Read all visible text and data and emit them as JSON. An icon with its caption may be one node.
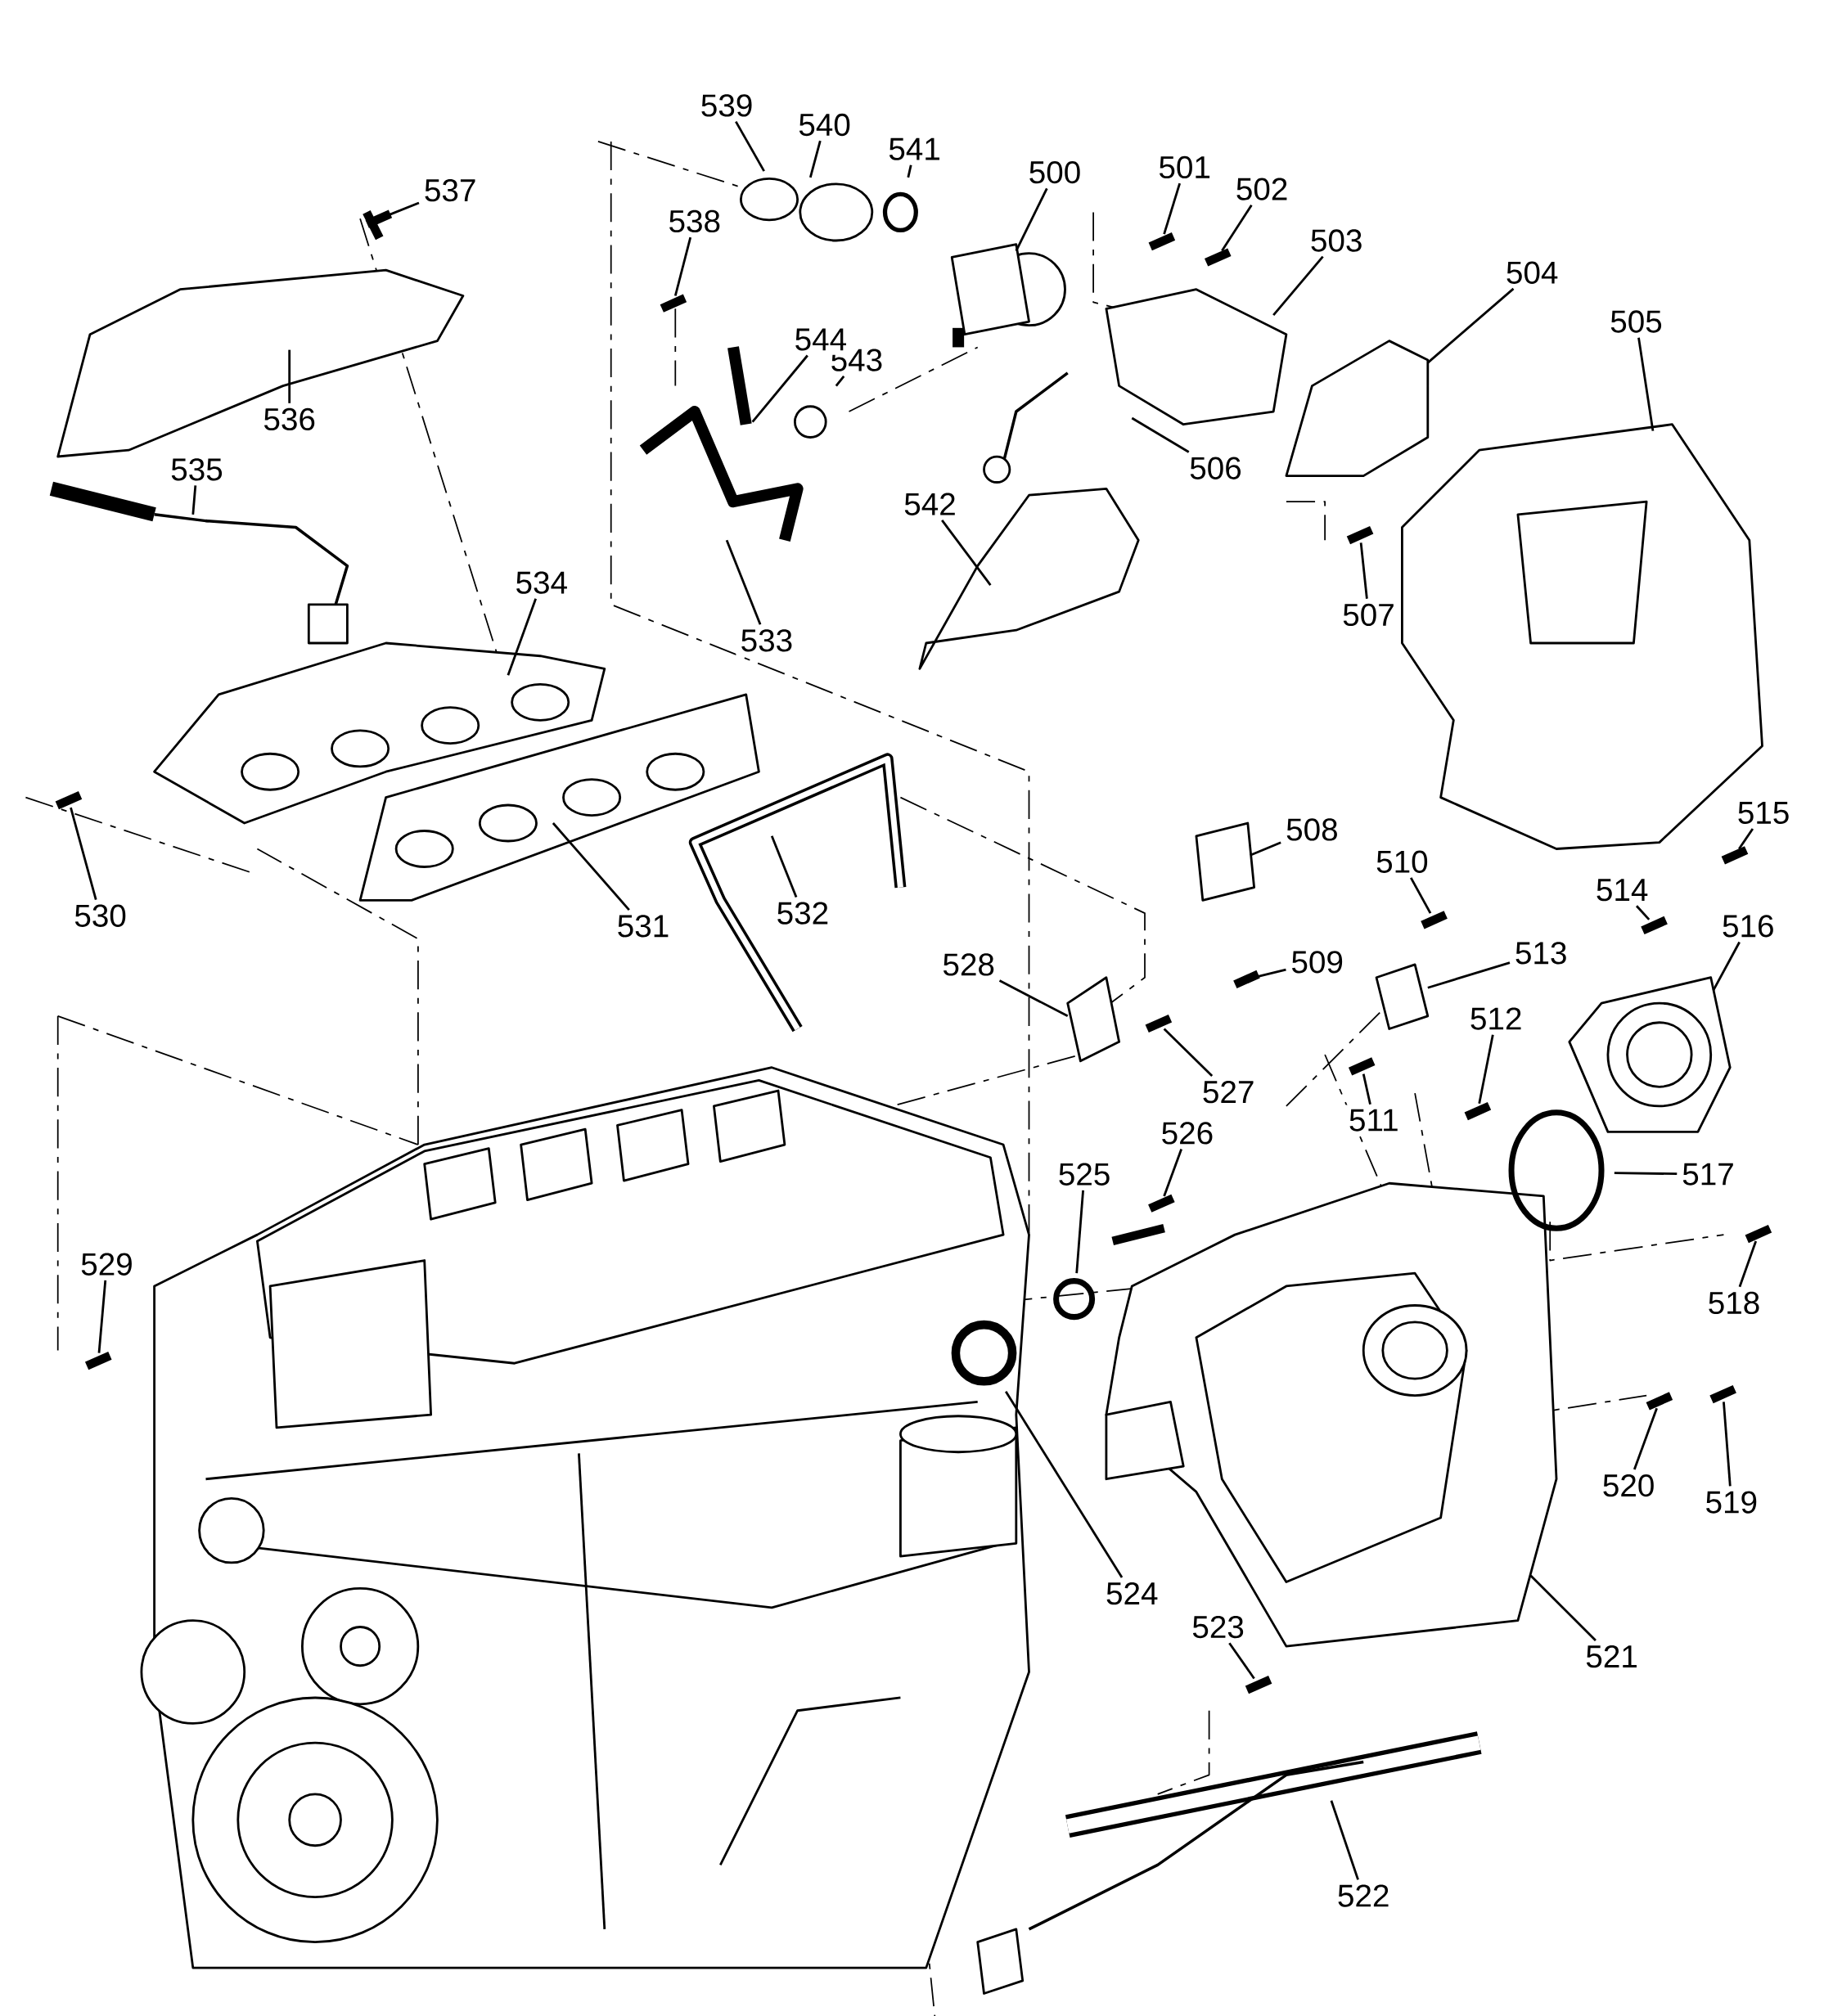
{
  "diagram": {
    "nodes": [
      {
        "text": [
          "500"
        ]
      },
      {
        "text": [
          "501"
        ]
      },
      {
        "text": [
          "502"
        ]
      },
      {
        "text": [
          "503"
        ]
      },
      {
        "text": [
          "504"
        ]
      },
      {
        "text": [
          "505"
        ]
      },
      {
        "text": [
          "506"
        ]
      },
      {
        "text": [
          "507"
        ]
      },
      {
        "text": [
          "508"
        ]
      },
      {
        "text": [
          "509"
        ]
      },
      {
        "text": [
          "510"
        ]
      },
      {
        "text": [
          "511"
        ]
      },
      {
        "text": [
          "512"
        ]
      },
      {
        "text": [
          "513"
        ]
      },
      {
        "text": [
          "514"
        ]
      },
      {
        "text": [
          "515"
        ]
      },
      {
        "text": [
          "516"
        ]
      },
      {
        "text": [
          "517"
        ]
      },
      {
        "text": [
          "518"
        ]
      },
      {
        "text": [
          "519"
        ]
      },
      {
        "text": [
          "520"
        ]
      },
      {
        "text": [
          "521"
        ]
      },
      {
        "text": [
          "522"
        ]
      },
      {
        "text": [
          "523"
        ]
      },
      {
        "text": [
          "524"
        ]
      },
      {
        "text": [
          "525"
        ]
      },
      {
        "text": [
          "526"
        ]
      },
      {
        "text": [
          "527"
        ]
      },
      {
        "text": [
          "528"
        ]
      },
      {
        "text": [
          "529"
        ]
      },
      {
        "text": [
          "530"
        ]
      },
      {
        "text": [
          "531"
        ]
      },
      {
        "text": [
          "532"
        ]
      },
      {
        "text": [
          "533"
        ]
      },
      {
        "text": [
          "534"
        ]
      },
      {
        "text": [
          "535"
        ]
      },
      {
        "text": [
          "536"
        ]
      },
      {
        "text": [
          "537"
        ]
      },
      {
        "text": [
          "538"
        ]
      },
      {
        "text": [
          "539"
        ]
      },
      {
        "text": [
          "540"
        ]
      },
      {
        "text": [
          "541"
        ]
      },
      {
        "text": [
          "542"
        ]
      },
      {
        "text": [
          "543"
        ]
      },
      {
        "text": [
          "544"
        ]
      }
    ],
    "edges": [
      {
        "from": 0,
        "to": null,
        "arrow": "none"
      },
      {
        "from": 1,
        "to": null,
        "arrow": "none"
      },
      {
        "from": 2,
        "to": null,
        "arrow": "none"
      },
      {
        "from": 3,
        "to": null,
        "arrow": "none"
      },
      {
        "from": 4,
        "to": null,
        "arrow": "none"
      },
      {
        "from": 5,
        "to": null,
        "arrow": "none"
      },
      {
        "from": 6,
        "to": null,
        "arrow": "none"
      },
      {
        "from": 7,
        "to": null,
        "arrow": "none"
      },
      {
        "from": 8,
        "to": null,
        "arrow": "none"
      },
      {
        "from": 9,
        "to": null,
        "arrow": "none"
      },
      {
        "from": 10,
        "to": null,
        "arrow": "none"
      },
      {
        "from": 11,
        "to": null,
        "arrow": "none"
      },
      {
        "from": 12,
        "to": null,
        "arrow": "none"
      },
      {
        "from": 13,
        "to": null,
        "arrow": "none"
      },
      {
        "from": 14,
        "to": null,
        "arrow": "none"
      },
      {
        "from": 15,
        "to": null,
        "arrow": "none"
      },
      {
        "from": 16,
        "to": null,
        "arrow": "none"
      },
      {
        "from": 17,
        "to": null,
        "arrow": "none"
      },
      {
        "from": 18,
        "to": null,
        "arrow": "none"
      },
      {
        "from": 19,
        "to": null,
        "arrow": "none"
      },
      {
        "from": 20,
        "to": null,
        "arrow": "none"
      },
      {
        "from": 21,
        "to": null,
        "arrow": "none"
      },
      {
        "from": 22,
        "to": null,
        "arrow": "none"
      },
      {
        "from": 23,
        "to": null,
        "arrow": "none"
      },
      {
        "from": 24,
        "to": null,
        "arrow": "none"
      },
      {
        "from": 25,
        "to": null,
        "arrow": "none"
      },
      {
        "from": 26,
        "to": null,
        "arrow": "none"
      },
      {
        "from": 27,
        "to": null,
        "arrow": "none"
      },
      {
        "from": 28,
        "to": null,
        "arrow": "none"
      },
      {
        "from": 29,
        "to": null,
        "arrow": "none"
      },
      {
        "from": 30,
        "to": null,
        "arrow": "none"
      },
      {
        "from": 31,
        "to": null,
        "arrow": "none"
      },
      {
        "from": 32,
        "to": null,
        "arrow": "none"
      },
      {
        "from": 33,
        "to": null,
        "arrow": "none"
      },
      {
        "from": 34,
        "to": null,
        "arrow": "none"
      },
      {
        "from": 35,
        "to": null,
        "arrow": "none"
      },
      {
        "from": 36,
        "to": null,
        "arrow": "none"
      },
      {
        "from": 37,
        "to": null,
        "arrow": "none"
      },
      {
        "from": 38,
        "to": null,
        "arrow": "none"
      },
      {
        "from": 39,
        "to": null,
        "arrow": "none"
      },
      {
        "from": 40,
        "to": null,
        "arrow": "none"
      },
      {
        "from": 41,
        "to": null,
        "arrow": "none"
      },
      {
        "from": 42,
        "to": null,
        "arrow": "none"
      },
      {
        "from": 43,
        "to": null,
        "arrow": "none"
      },
      {
        "from": 44,
        "to": null,
        "arrow": "none"
      }
    ]
  }
}
